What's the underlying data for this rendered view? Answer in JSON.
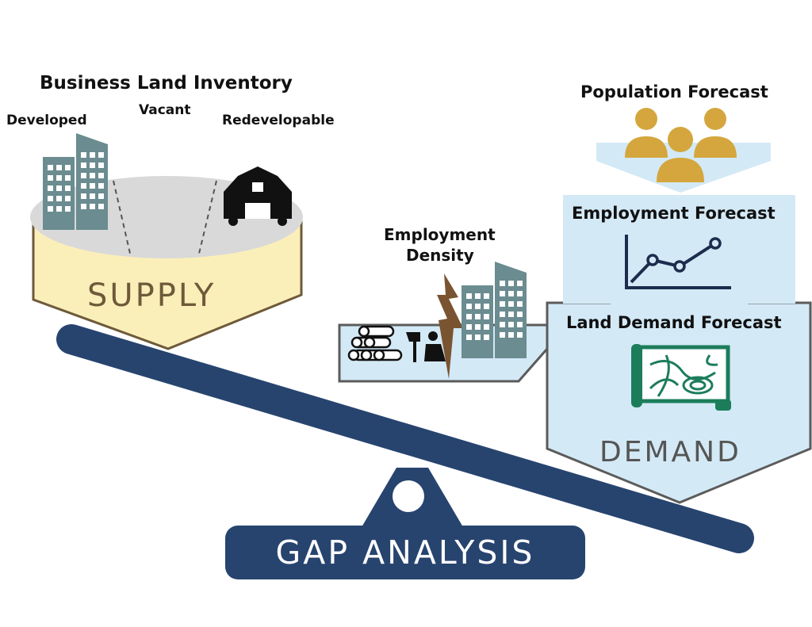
{
  "supply": {
    "title": "Business Land Inventory",
    "categories": [
      "Developed",
      "Vacant",
      "Redevelopable"
    ],
    "label": "SUPPLY"
  },
  "demand": {
    "population_forecast": "Population Forecast",
    "employment_forecast": "Employment Forecast",
    "land_demand_forecast": "Land Demand Forecast",
    "label": "DEMAND"
  },
  "employment_density": {
    "line1": "Employment",
    "line2": "Density"
  },
  "footer": {
    "label": "GAP ANALYSIS"
  },
  "colors": {
    "navy": "#27446f",
    "supply_fill": "#fbefb9",
    "demand_fill": "#d3e9f6",
    "gold": "#d4a63d",
    "teal_building": "#6b8c90",
    "green_map": "#1c7d5b",
    "bolt_brown": "#7a5431",
    "outline": "#5b5b5b"
  },
  "icons": [
    "buildings-icon",
    "barn-icon",
    "people-icon",
    "line-chart-icon",
    "logs-icon",
    "lumberjack-icon",
    "lightning-icon",
    "map-icon"
  ]
}
